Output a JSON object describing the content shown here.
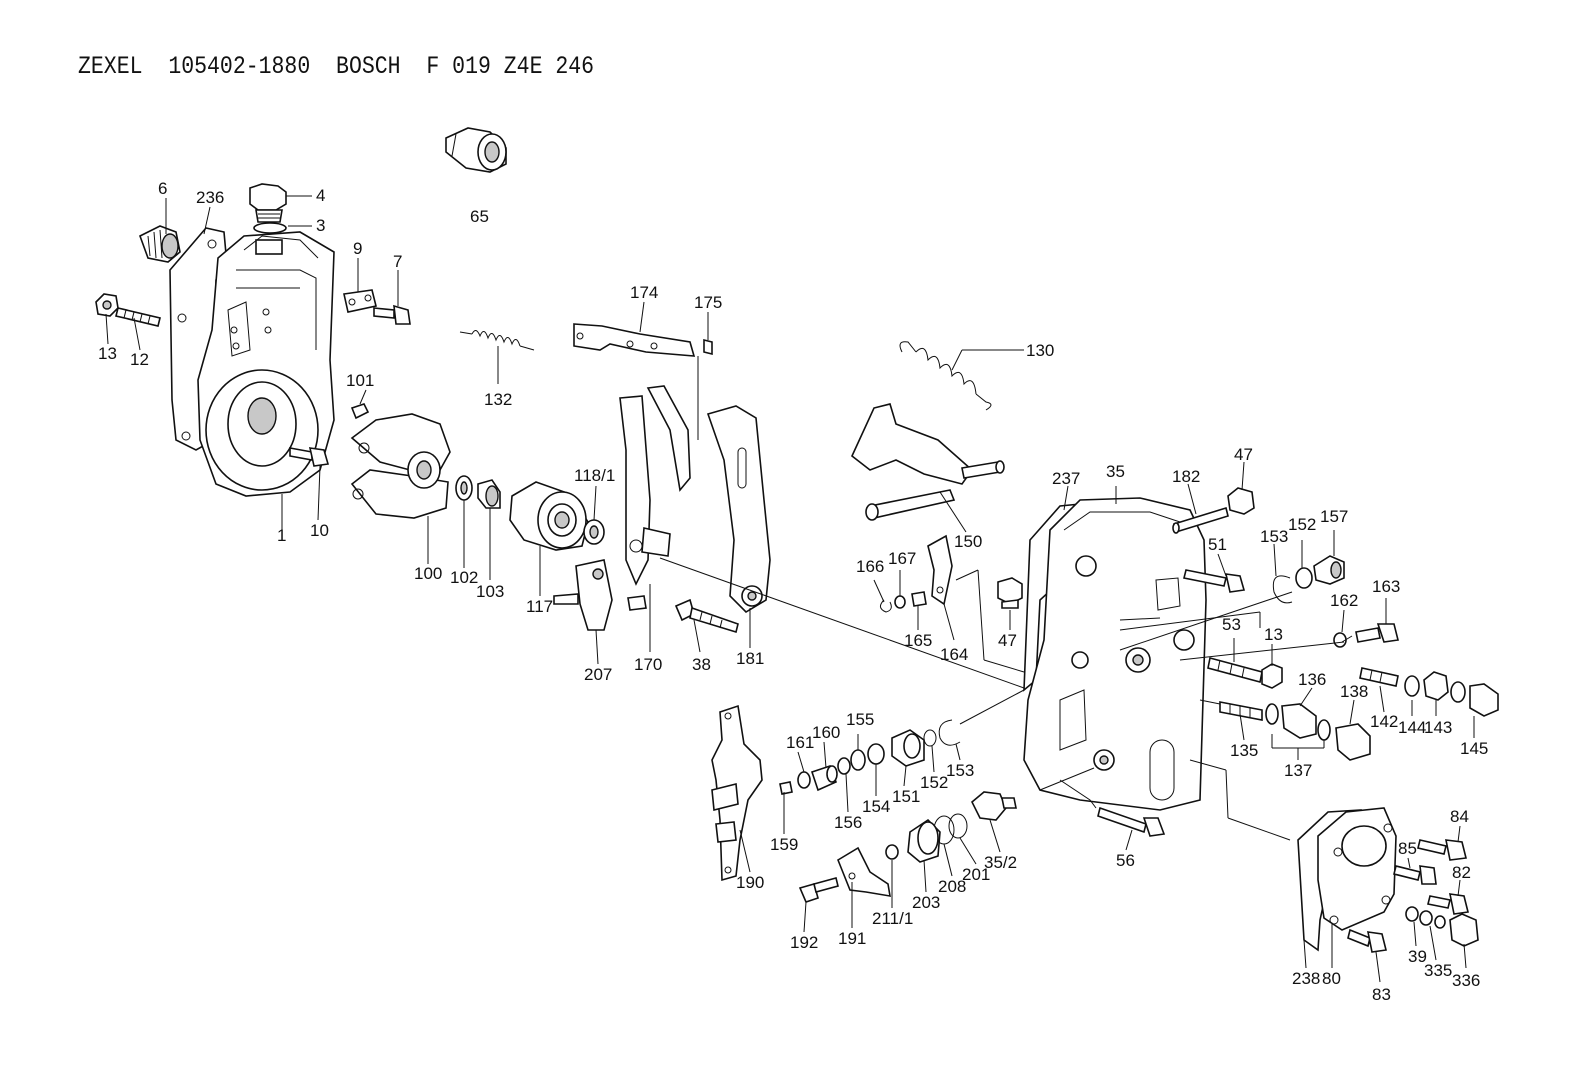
{
  "title": "ZEXEL  105402-1880  BOSCH  F 019 Z4E 246",
  "labels": {
    "l1": "1",
    "l3": "3",
    "l4": "4",
    "l6": "6",
    "l7": "7",
    "l9": "9",
    "l10": "10",
    "l12": "12",
    "l13": "13",
    "l13b": "13",
    "l35": "35",
    "l35_2": "35/2",
    "l38": "38",
    "l39": "39",
    "l47a": "47",
    "l47b": "47",
    "l51": "51",
    "l53": "53",
    "l56": "56",
    "l65": "65",
    "l80": "80",
    "l82": "82",
    "l83": "83",
    "l84": "84",
    "l85": "85",
    "l100": "100",
    "l101": "101",
    "l102": "102",
    "l103": "103",
    "l117": "117",
    "l118_1": "118/1",
    "l130": "130",
    "l132": "132",
    "l135": "135",
    "l136": "136",
    "l137": "137",
    "l138": "138",
    "l142": "142",
    "l143": "143",
    "l144": "144",
    "l145": "145",
    "l150": "150",
    "l151": "151",
    "l152a": "152",
    "l152b": "152",
    "l153a": "153",
    "l153b": "153",
    "l154": "154",
    "l155": "155",
    "l156": "156",
    "l157": "157",
    "l159": "159",
    "l160": "160",
    "l161": "161",
    "l162": "162",
    "l163": "163",
    "l164": "164",
    "l165": "165",
    "l166": "166",
    "l167": "167",
    "l170": "170",
    "l174": "174",
    "l175": "175",
    "l181": "181",
    "l182": "182",
    "l190": "190",
    "l191": "191",
    "l192": "192",
    "l201": "201",
    "l203": "203",
    "l207": "207",
    "l208": "208",
    "l211_1": "211/1",
    "l236": "236",
    "l237": "237",
    "l238": "238",
    "l335": "335",
    "l336": "336"
  }
}
